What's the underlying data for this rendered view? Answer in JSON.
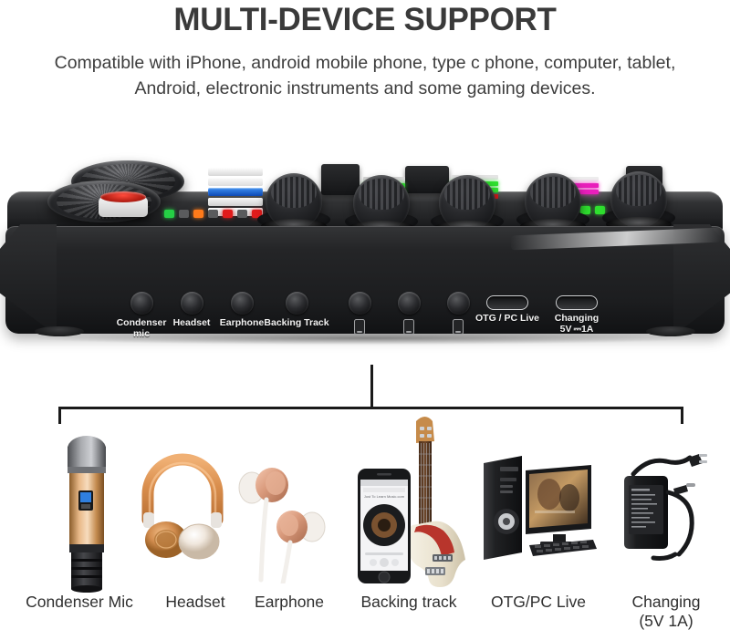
{
  "header": {
    "title": "MULTI-DEVICE SUPPORT",
    "subtitle": "Compatible with iPhone, android mobile phone, type c phone, computer, tablet, Android, electronic instruments and some gaming devices."
  },
  "device": {
    "name": "live-sound-card",
    "ports": [
      {
        "label": "Condenser\nmic",
        "type": "jack",
        "icon": ""
      },
      {
        "label": "Headset",
        "type": "jack",
        "icon": ""
      },
      {
        "label": "Earphone",
        "type": "jack",
        "icon": ""
      },
      {
        "label": "Backing Track",
        "type": "jack",
        "icon": ""
      },
      {
        "label": "",
        "type": "jack",
        "icon": "phone-icon"
      },
      {
        "label": "",
        "type": "jack",
        "icon": "phone-icon"
      },
      {
        "label": "",
        "type": "jack",
        "icon": "phone-icon"
      },
      {
        "label": "OTG / PC Live",
        "type": "usb-c",
        "icon": ""
      },
      {
        "label": "Changing\n5V ⎓1A",
        "type": "usb-c",
        "icon": ""
      }
    ]
  },
  "compatible_devices": [
    {
      "name": "condenser-mic",
      "label": "Condenser Mic",
      "image": "handheld-microphone-gold"
    },
    {
      "name": "headset",
      "label": "Headset",
      "image": "over-ear-headphones-rose-gold"
    },
    {
      "name": "earphone",
      "label": "Earphone",
      "image": "in-ear-earbuds-rose-gold"
    },
    {
      "name": "backing-track",
      "label": "Backing track",
      "image": "smartphone-and-bass-guitar"
    },
    {
      "name": "otg-pc-live",
      "label": "OTG/PC Live",
      "image": "desktop-computer-tower-monitor"
    },
    {
      "name": "changing",
      "label": "Changing\n(5V 1A)",
      "image": "power-adapter-black"
    }
  ],
  "colors": {
    "background": "#ffffff",
    "title": "#3a3a3a",
    "body_text": "#3d3d3d",
    "label_text": "#2f2f2f",
    "bracket": "#1a1a1a",
    "device_body": "#242527",
    "accent_red": "#d81f11",
    "accent_green": "#2fe02f",
    "accent_magenta": "#e81fbb",
    "accent_blue": "#1565d8",
    "port_label": "#f2f2f2"
  }
}
